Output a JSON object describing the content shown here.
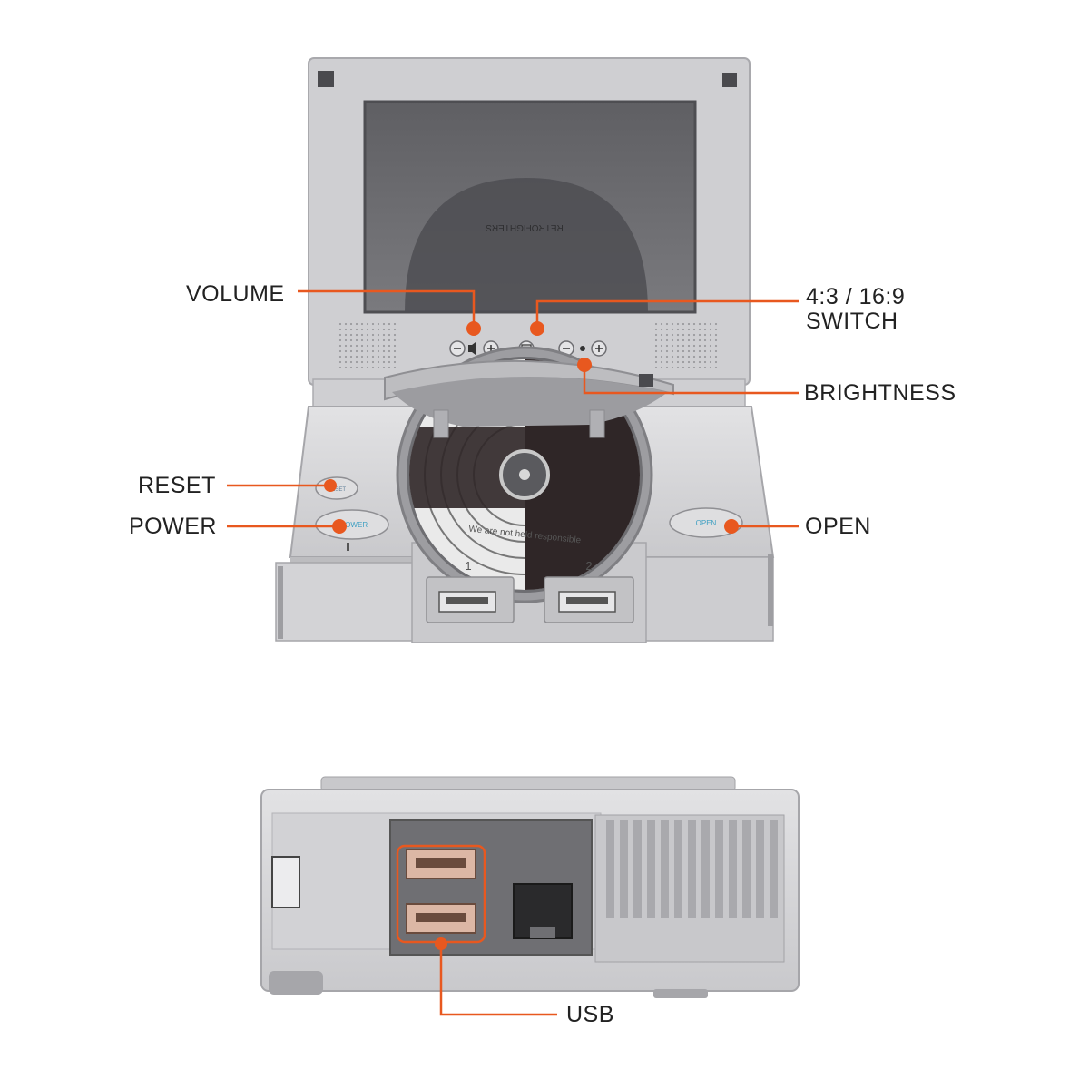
{
  "colors": {
    "accent": "#e8581f",
    "body": "#d6d6d8",
    "body_dark": "#b9b9bc",
    "screen": "#6a6a6e",
    "text": "#222222"
  },
  "device_markings": {
    "reset_button": "RESET",
    "power_button": "POWER",
    "open_button": "OPEN",
    "port_1": "1",
    "port_2": "2",
    "lid_text": "We are not held responsible",
    "screen_brand": "RETROFIGHTERS"
  },
  "callouts": {
    "volume": "VOLUME",
    "aspect_switch": "4:3 / 16:9\nSWITCH",
    "brightness": "BRIGHTNESS",
    "reset": "RESET",
    "power": "POWER",
    "open": "OPEN",
    "usb": "USB"
  }
}
